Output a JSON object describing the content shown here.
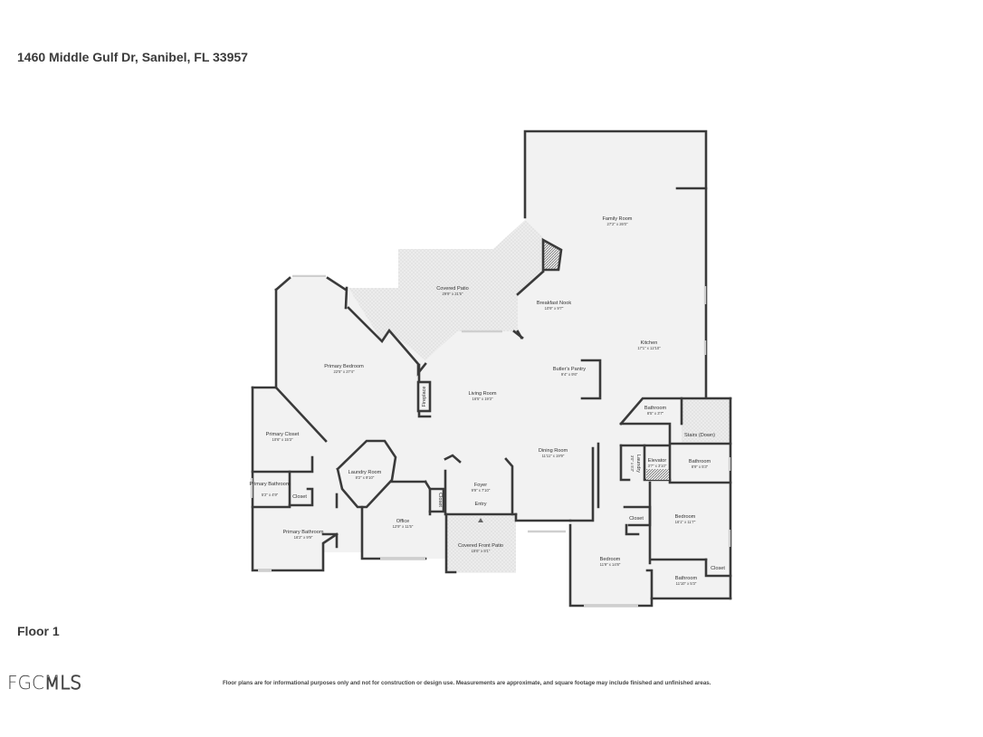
{
  "address": "1460 Middle Gulf Dr, Sanibel, FL 33957",
  "floor_label": "Floor 1",
  "logo": {
    "prefix": "FGC",
    "suffix": "MLS"
  },
  "disclaimer": "Floor plans are for informational purposes only and not for construction or design use. Measurements are approximate, and square footage may include finished and unfinished areas.",
  "colors": {
    "floor": "#f2f2f2",
    "wall": "#3a3a3a",
    "patio": "#ececec",
    "window": "#cfcfcf"
  },
  "rooms": {
    "family_room": {
      "name": "Family Room",
      "dims": "27'2\" x 26'0\""
    },
    "covered_patio": {
      "name": "Covered Patio",
      "dims": "29'9\" x 21'5\""
    },
    "breakfast_nook": {
      "name": "Breakfast Nook",
      "dims": "10'9\" x 9'7\""
    },
    "kitchen": {
      "name": "Kitchen",
      "dims": "17'1\" x 12'10\""
    },
    "primary_bedroom": {
      "name": "Primary Bedroom",
      "dims": "22'5\" x 27'4\""
    },
    "butlers_pantry": {
      "name": "Butler's Pantry",
      "dims": "9'4\" x 9'6\""
    },
    "living_room": {
      "name": "Living Room",
      "dims": "16'5\" x 19'3\""
    },
    "fireplace": {
      "name": "Fireplace"
    },
    "bathroom_top": {
      "name": "Bathroom",
      "dims": "8'5\" x 3'7\""
    },
    "stairs": {
      "name": "Stairs (Down)"
    },
    "primary_closet": {
      "name": "Primary Closet",
      "dims": "10'6\" x 15'3\""
    },
    "dining_room": {
      "name": "Dining Room",
      "dims": "11'11\" x 19'9\""
    },
    "laundry_room": {
      "name": "Laundry Room",
      "dims": "8'2\" x 9'10\""
    },
    "laundry": {
      "name": "Laundry",
      "dims": "3'0\" x 5'3\""
    },
    "elevator": {
      "name": "Elevator",
      "dims": "3'7\" x 3'10\""
    },
    "bathroom_right": {
      "name": "Bathroom",
      "dims": "8'9\" x 5'3\""
    },
    "foyer": {
      "name": "Foyer",
      "dims": "9'9\" x 7'10\""
    },
    "primary_bathroom_small": {
      "name": "Primary Bathroom",
      "dims": "5'2\" x 4'9\""
    },
    "closet_primary": {
      "name": "Closet"
    },
    "closet_foyer": {
      "name": "Closet"
    },
    "entry": {
      "name": "Entry"
    },
    "office": {
      "name": "Office",
      "dims": "12'9\" x 11'5\""
    },
    "closet_bed1": {
      "name": "Closet"
    },
    "bedroom_right": {
      "name": "Bedroom",
      "dims": "16'1\" x 11'7\""
    },
    "primary_bathroom": {
      "name": "Primary Bathroom",
      "dims": "16'2\" x 9'9\""
    },
    "covered_front_patio": {
      "name": "Covered Front Patio",
      "dims": "18'6\" x 8'1\""
    },
    "bedroom_bottom": {
      "name": "Bedroom",
      "dims": "11'9\" x 14'8\""
    },
    "closet_bed2": {
      "name": "Closet"
    },
    "bathroom_bottom": {
      "name": "Bathroom",
      "dims": "11'10\" x 5'3\""
    }
  }
}
